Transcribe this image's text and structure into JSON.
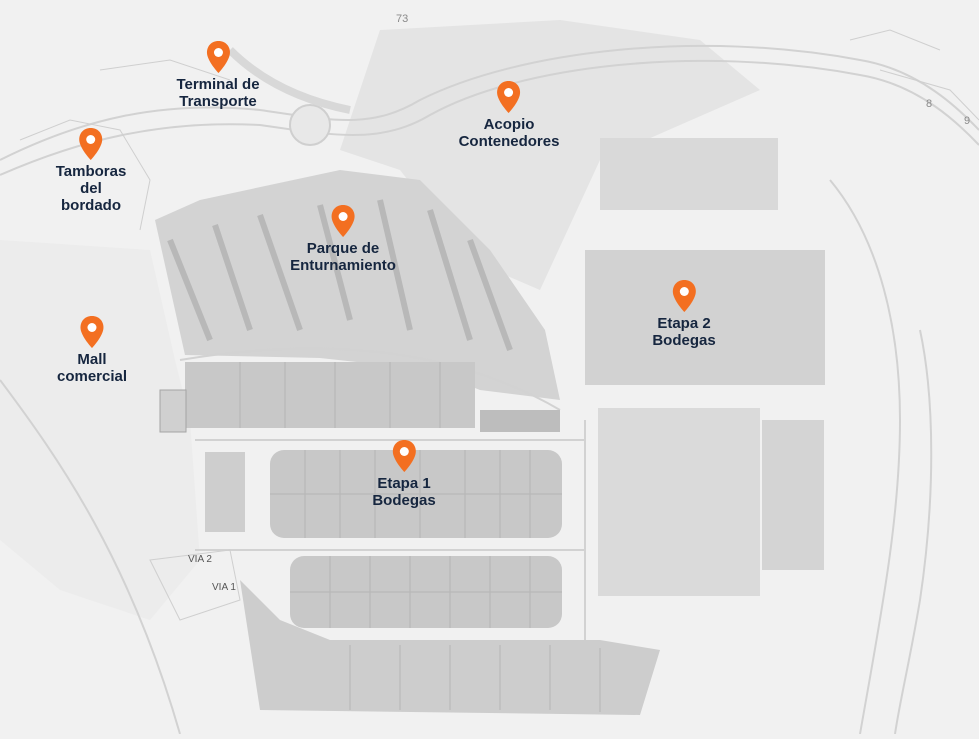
{
  "map": {
    "colors": {
      "pin": "#f36f21",
      "label": "#16263f",
      "background": "#f1f1f1",
      "block_dark": "#c9c9c9",
      "block_light": "#dcdcdc"
    },
    "markers": [
      {
        "id": "terminal",
        "icon": "map-pin-icon",
        "lines": [
          "Terminal de",
          "Transporte"
        ]
      },
      {
        "id": "acopio",
        "icon": "map-pin-icon",
        "lines": [
          "Acopio",
          "Contenedores"
        ]
      },
      {
        "id": "tamboras",
        "icon": "map-pin-icon",
        "lines": [
          "Tamboras",
          "del",
          "bordado"
        ]
      },
      {
        "id": "parque",
        "icon": "map-pin-icon",
        "lines": [
          "Parque de",
          "Enturnamiento"
        ]
      },
      {
        "id": "etapa2",
        "icon": "map-pin-icon",
        "lines": [
          "Etapa 2",
          "Bodegas"
        ]
      },
      {
        "id": "mall",
        "icon": "map-pin-icon",
        "lines": [
          "Mall",
          "comercial"
        ]
      },
      {
        "id": "etapa1",
        "icon": "map-pin-icon",
        "lines": [
          "Etapa 1",
          "Bodegas"
        ]
      }
    ],
    "road_labels": [
      "VIA 2",
      "VIA 1"
    ],
    "plan_numbers": [
      "73",
      "8",
      "9"
    ]
  }
}
